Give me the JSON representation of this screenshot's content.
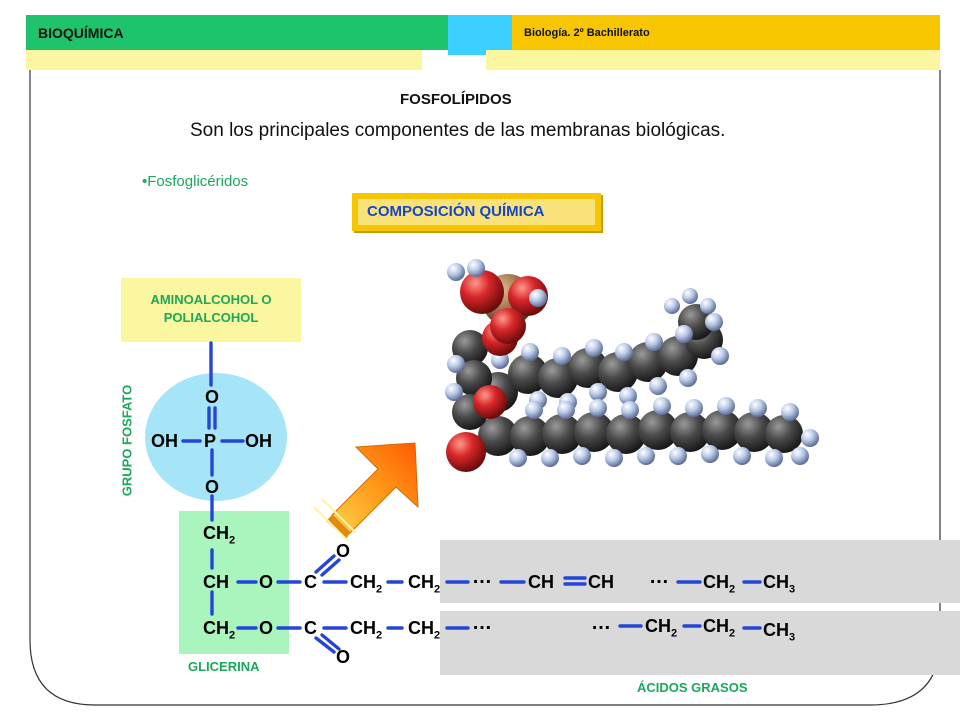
{
  "header": {
    "subject": "BIOQUÍMICA",
    "course": "Biología. 2º Bachillerato",
    "colors": {
      "green": "#1ec36b",
      "cyan": "#3ad0ff",
      "yellow": "#f7c600",
      "pale_yellow": "#fbf7a0"
    }
  },
  "slide": {
    "title": "FOSFOLÍPIDOS",
    "subtitle": "Son los principales componentes de las membranas biológicas.",
    "bullet": "•Fosfoglicéridos",
    "composition_button": "COMPOSICIÓN QUÍMICA"
  },
  "diagram": {
    "aminoalcohol_label": [
      "AMINOALCOHOL O",
      "POLIALCOHOL"
    ],
    "phosphate_group_label": "GRUPO FOSFATO",
    "glycerin_label": "GLICERINA",
    "fatty_acids_label": "ÁCIDOS GRASOS",
    "phosphate": {
      "top_o": "O",
      "oh_left": "OH",
      "p": "P",
      "oh_right": "OH",
      "bottom_o": "O"
    },
    "glycerol": {
      "c1": "CH",
      "c1_sub": "2",
      "c2": "CH",
      "c3": "CH",
      "c3_sub": "2"
    },
    "ester": {
      "o": "O",
      "c": "C",
      "carbonyl_o": "O"
    },
    "chain": {
      "ch": "CH",
      "sub2": "2",
      "sub3": "3",
      "dots": "…"
    }
  }
}
